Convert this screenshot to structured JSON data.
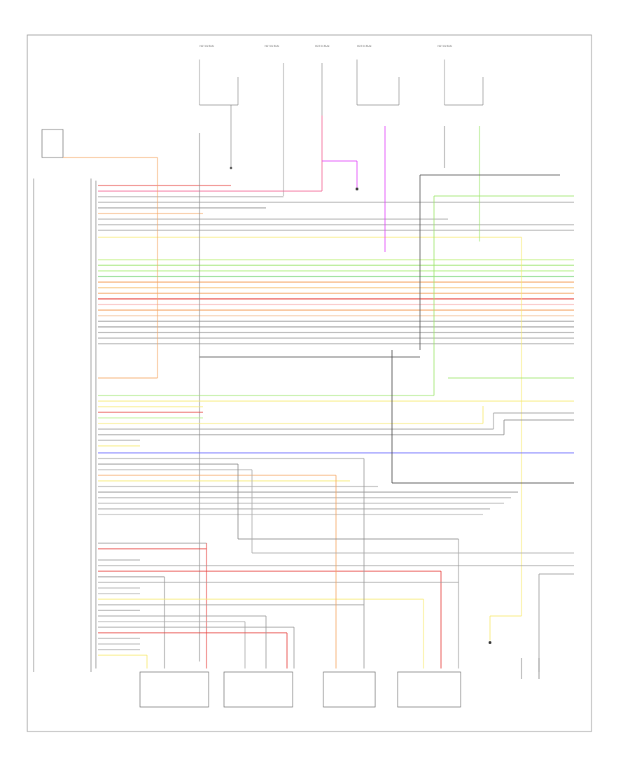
{
  "diagram": {
    "footer_code": "",
    "fuse_labels": [
      "HOT IN RUN",
      "HOT IN RUN",
      "HOT IN RUN",
      "HOT IN RUN",
      "HOT IN RUN"
    ],
    "top_left_note": "",
    "left_module_label": "",
    "bottom_left_note": "",
    "components": [
      "",
      "",
      "",
      ""
    ],
    "colors": {
      "red": "#e53935",
      "pink": "#f06292",
      "magenta": "#e040fb",
      "orange": "#f4a460",
      "yellow": "#f7e96b",
      "green": "#9be46a",
      "light_green": "#b6f08a",
      "blue": "#6060ff",
      "gray": "#8a8a8a",
      "dark": "#444444",
      "frame": "#999999"
    }
  }
}
